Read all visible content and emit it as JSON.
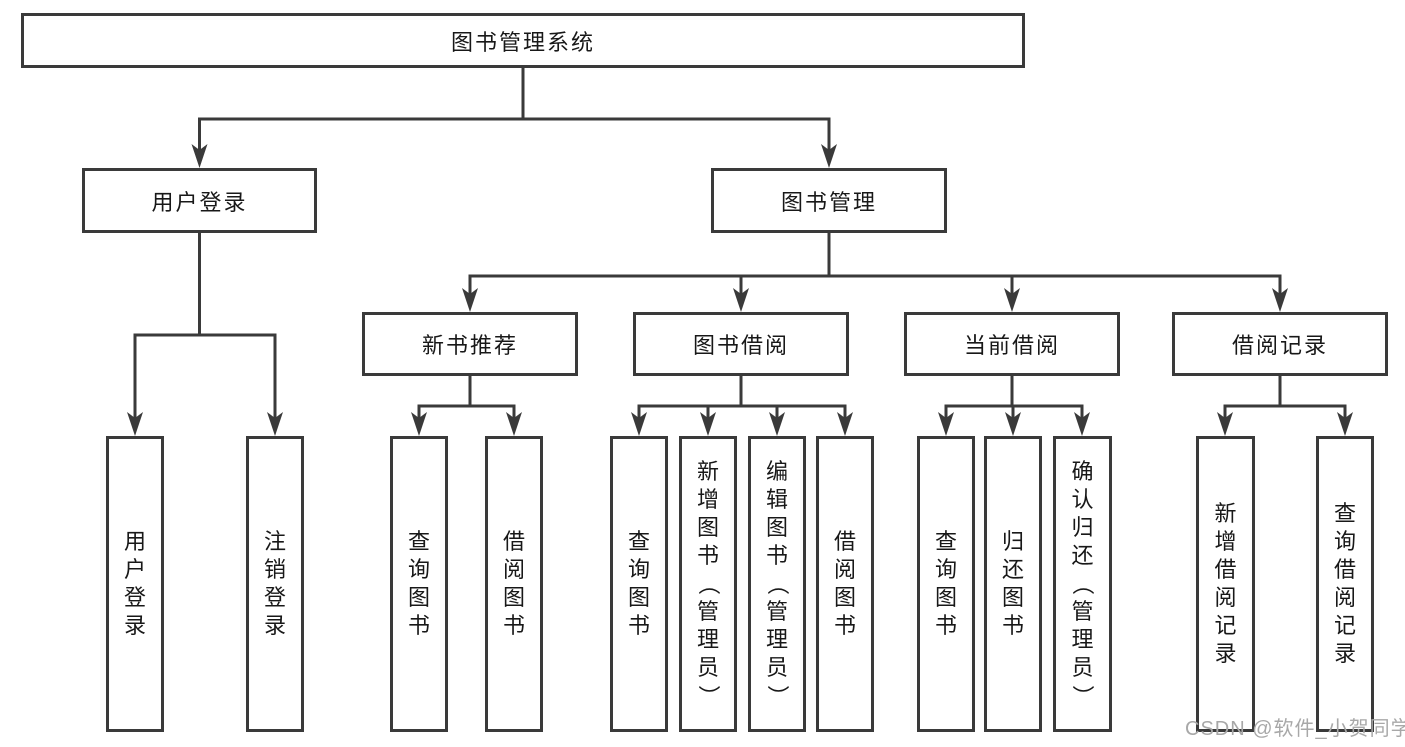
{
  "diagram": {
    "type": "hierarchy-tree",
    "nodes": {
      "root": "图书管理系统",
      "user_login": "用户登录",
      "book_mgmt": "图书管理",
      "new_book_rec": "新书推荐",
      "book_borrow": "图书借阅",
      "current_borrow": "当前借阅",
      "borrow_record": "借阅记录",
      "leaf_user_login": "用户登录",
      "leaf_logout": "注销登录",
      "leaf_rec_query": "查询图书",
      "leaf_rec_borrow": "借阅图书",
      "leaf_bb_query": "查询图书",
      "leaf_bb_add": "新增图书（管理员）",
      "leaf_bb_edit": "编辑图书（管理员）",
      "leaf_bb_borrow": "借阅图书",
      "leaf_cb_query": "查询图书",
      "leaf_cb_return": "归还图书",
      "leaf_cb_confirm": "确认归还（管理员）",
      "leaf_br_add": "新增借阅记录",
      "leaf_br_query": "查询借阅记录"
    },
    "hierarchy": {
      "图书管理系统": {
        "用户登录": [
          "用户登录",
          "注销登录"
        ],
        "图书管理": {
          "新书推荐": [
            "查询图书",
            "借阅图书"
          ],
          "图书借阅": [
            "查询图书",
            "新增图书（管理员）",
            "编辑图书（管理员）",
            "借阅图书"
          ],
          "当前借阅": [
            "查询图书",
            "归还图书",
            "确认归还（管理员）"
          ],
          "借阅记录": [
            "新增借阅记录",
            "查询借阅记录"
          ]
        }
      }
    },
    "watermark": "CSDN @软件_小贺同学",
    "colors": {
      "line": "#3a3a3a",
      "border": "#3a3a3a",
      "text": "#181818",
      "watermark": "#a8a8a8",
      "background": "#ffffff"
    }
  }
}
